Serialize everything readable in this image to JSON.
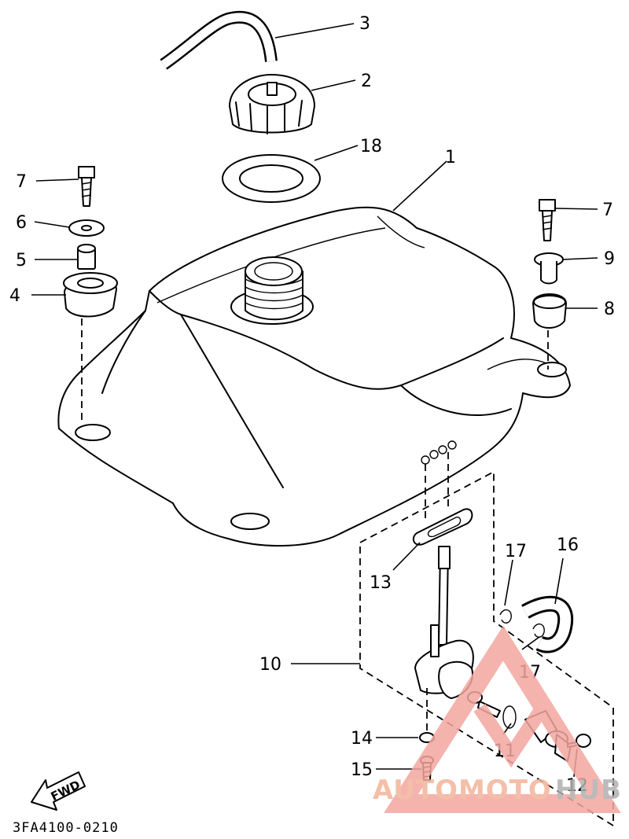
{
  "callouts": {
    "c1": "1",
    "c2": "2",
    "c3": "3",
    "c4": "4",
    "c5": "5",
    "c6": "6",
    "c7a": "7",
    "c7b": "7",
    "c8": "8",
    "c9": "9",
    "c10": "10",
    "c11": "11",
    "c12": "12",
    "c13": "13",
    "c14": "14",
    "c15": "15",
    "c16": "16",
    "c17a": "17",
    "c17b": "17",
    "c18": "18"
  },
  "diagram_code": "3FA4100-0210",
  "fwd_label": "FWD",
  "watermark": {
    "part1": "AUTOMOTO",
    "part2": "HUB",
    "color_primary": "#f4a6a0",
    "color_secondary": "#e8b0a8",
    "color_text2": "#b0b0b0"
  }
}
